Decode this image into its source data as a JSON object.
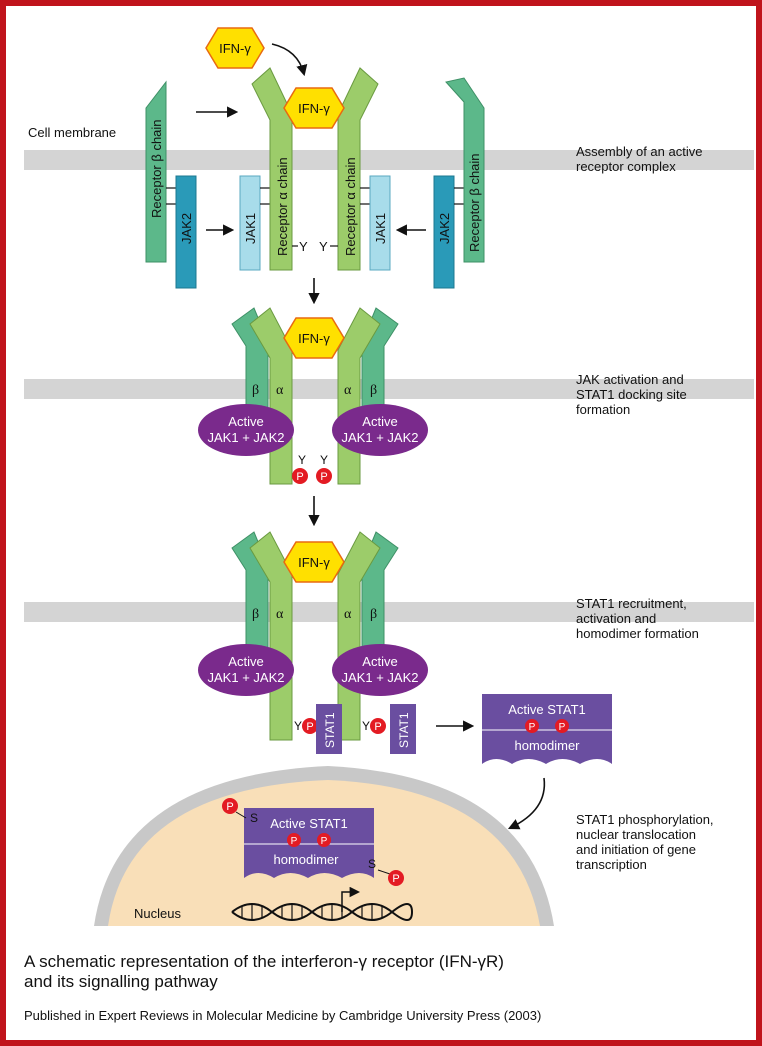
{
  "diagram": {
    "labels": {
      "cell_membrane": "Cell membrane",
      "nucleus": "Nucleus",
      "ifn": "IFN-γ",
      "beta_chain": "Receptor β chain",
      "alpha_chain": "Receptor α chain",
      "jak1": "JAK1",
      "jak2": "JAK2",
      "tyr": "Y",
      "phos": "P",
      "serine": "S",
      "alpha": "α",
      "beta": "β",
      "active_line1": "Active",
      "active_line2": "JAK1 + JAK2",
      "stat1": "STAT1",
      "active_stat1": "Active STAT1",
      "homodimer": "homodimer"
    },
    "steps": [
      "Assembly of an active\nreceptor complex",
      "JAK activation and\nSTAT1 docking site\nformation",
      "STAT1 recruitment,\nactivation and\nhomodimer formation",
      "STAT1 phosphorylation,\nnuclear translocation\nand initiation of gene\ntranscription"
    ],
    "colors": {
      "frame": "#c0141c",
      "membrane": "#d4d4d4",
      "alpha_chain": "#9ccc6a",
      "beta_chain": "#5cb88a",
      "jak2": "#2a9ab8",
      "jak1": "#a8dcea",
      "ifn": "#ffe000",
      "ifn_stroke": "#e86a10",
      "active_jak": "#7a2a8c",
      "stat": "#6a4ea0",
      "phospho": "#e31b23",
      "nucleus": "#f9dfb8",
      "nuclear_envelope": "#c8c8c8"
    }
  },
  "caption": {
    "title": "A schematic representation of the interferon-γ receptor (IFN-γR)\nand its signalling pathway",
    "credit": "Published in Expert Reviews in Molecular Medicine by Cambridge University Press (2003)"
  }
}
